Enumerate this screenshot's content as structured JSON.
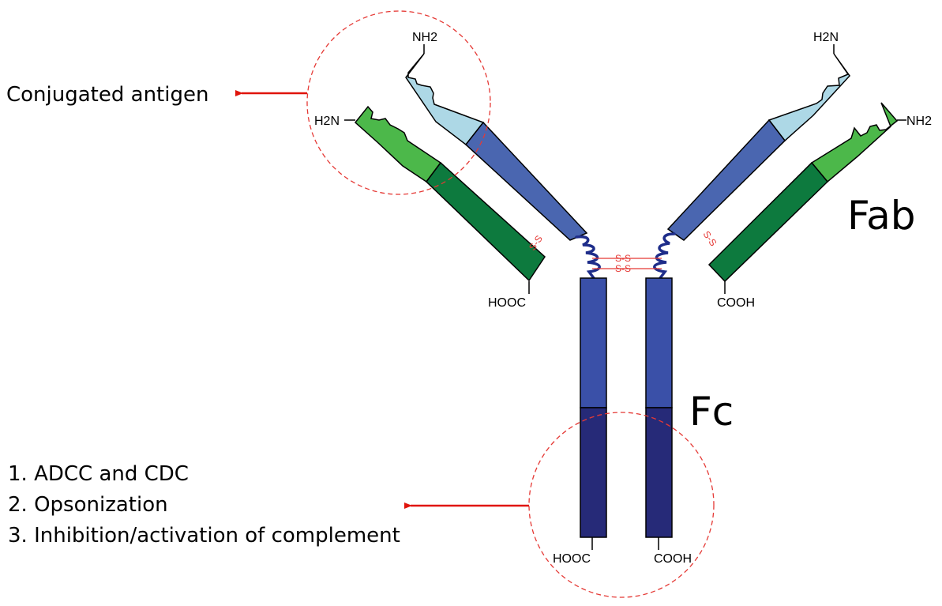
{
  "annotations": {
    "antigen": "Conjugated antigen",
    "functions": [
      "1. ADCC and CDC",
      "2. Opsonization",
      "3. Inhibition/activation of complement"
    ]
  },
  "regions": {
    "fab": "Fab",
    "fc": "Fc"
  },
  "termini": {
    "n_heavy_left": "NH2",
    "n_light_left": "H2N",
    "n_heavy_right": "H2N",
    "n_light_right": "NH2",
    "c_light_left": "HOOC",
    "c_light_right": "COOH",
    "c_heavy_left": "HOOC",
    "c_heavy_right": "COOH"
  },
  "disulfide": "S-S",
  "colors": {
    "heavy_variable": "#add8e6",
    "heavy_constant": "#4a66b0",
    "heavy_fc_upper": "#3a50a8",
    "heavy_fc_lower": "#262a78",
    "light_variable": "#4cb84a",
    "light_constant": "#0d7a3e",
    "hinge": "#1e2d8a",
    "bond": "#e53935",
    "arrow": "#e0140c"
  }
}
